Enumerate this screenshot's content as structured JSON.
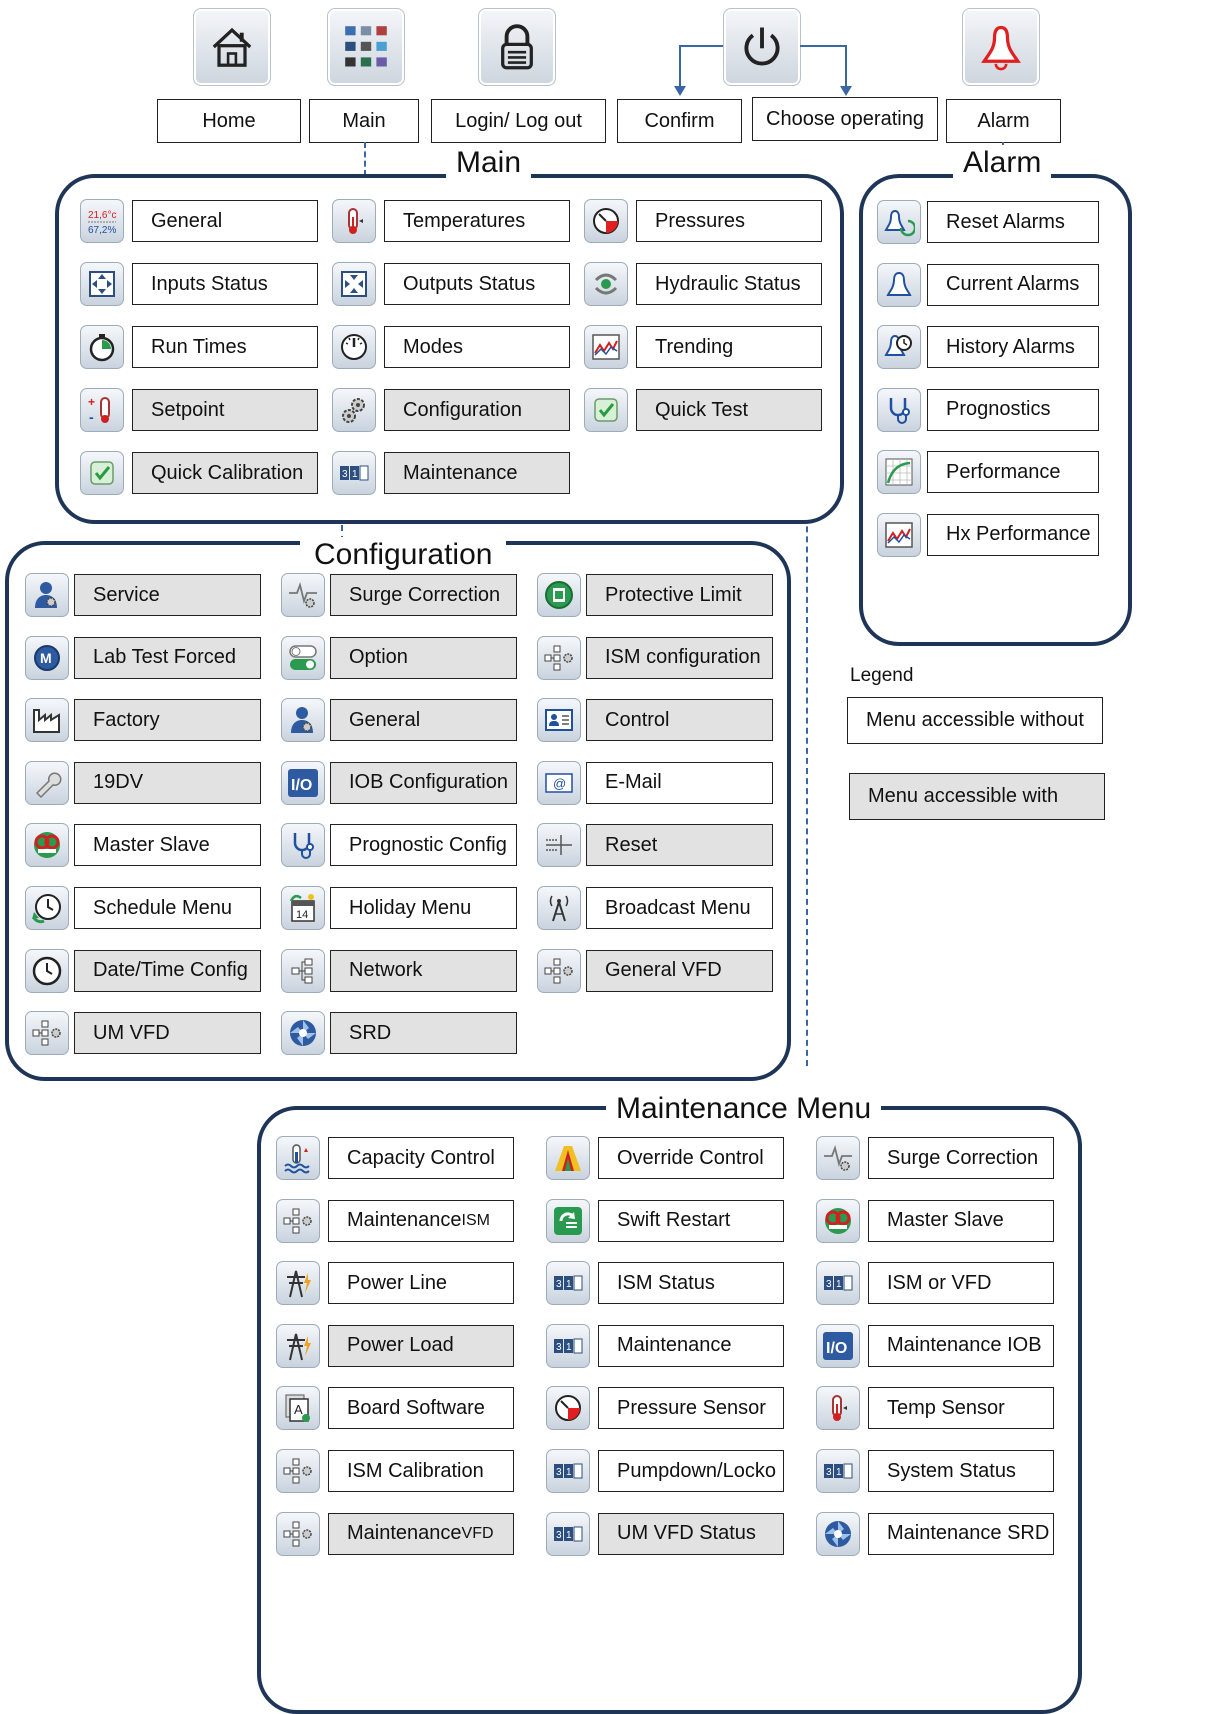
{
  "top": {
    "home": "Home",
    "main": "Main",
    "login": "Login/ Log out",
    "confirm": "Confirm",
    "choose": "Choose operating",
    "alarm": "Alarm"
  },
  "main_panel": {
    "title": "Main",
    "items": [
      {
        "label": "General",
        "gray": false,
        "icon": "temp-humidity-icon"
      },
      {
        "label": "Temperatures",
        "gray": false,
        "icon": "thermometer-icon"
      },
      {
        "label": "Pressures",
        "gray": false,
        "icon": "gauge-icon"
      },
      {
        "label": "Inputs Status",
        "gray": false,
        "icon": "inputs-icon"
      },
      {
        "label": "Outputs Status",
        "gray": false,
        "icon": "outputs-icon"
      },
      {
        "label": "Hydraulic Status",
        "gray": false,
        "icon": "hydraulic-icon"
      },
      {
        "label": "Run Times",
        "gray": false,
        "icon": "stopwatch-icon"
      },
      {
        "label": "Modes",
        "gray": false,
        "icon": "modes-icon"
      },
      {
        "label": "Trending",
        "gray": false,
        "icon": "trend-icon"
      },
      {
        "label": "Setpoint",
        "gray": true,
        "icon": "setpoint-icon"
      },
      {
        "label": "Configuration",
        "gray": true,
        "icon": "gears-icon"
      },
      {
        "label": "Quick Test",
        "gray": true,
        "icon": "check-icon"
      },
      {
        "label": "Quick Calibration",
        "gray": true,
        "icon": "check-icon"
      },
      {
        "label": "Maintenance",
        "gray": true,
        "icon": "maintenance-icon"
      }
    ],
    "general_icon_temp": "21,6°c",
    "general_icon_hum": "67,2%"
  },
  "alarm_panel": {
    "title": "Alarm",
    "items": [
      {
        "label": "Reset Alarms",
        "icon": "reset-alarm-icon"
      },
      {
        "label": "Current Alarms",
        "icon": "bell-icon"
      },
      {
        "label": "History Alarms",
        "icon": "history-alarm-icon"
      },
      {
        "label": "Prognostics",
        "icon": "stethoscope-icon"
      },
      {
        "label": "Performance",
        "icon": "performance-icon"
      },
      {
        "label": "Hx Performance",
        "icon": "trend-icon"
      }
    ]
  },
  "legend": {
    "title": "Legend",
    "without": "Menu accessible without",
    "with": "Menu accessible with"
  },
  "config_panel": {
    "title": "Configuration",
    "items": [
      {
        "label": "Service",
        "gray": true,
        "icon": "service-person-icon"
      },
      {
        "label": "Surge Correction",
        "gray": true,
        "icon": "surge-icon"
      },
      {
        "label": "Protective Limit",
        "gray": true,
        "icon": "protective-limit-icon"
      },
      {
        "label": "Lab Test Forced",
        "gray": true,
        "icon": "m-badge-icon"
      },
      {
        "label": "Option",
        "gray": true,
        "icon": "toggle-icon"
      },
      {
        "label": "ISM configuration",
        "gray": true,
        "icon": "network-gear-icon"
      },
      {
        "label": "Factory",
        "gray": true,
        "icon": "factory-icon"
      },
      {
        "label": "General",
        "gray": true,
        "icon": "service-person-icon"
      },
      {
        "label": "Control",
        "gray": true,
        "icon": "contact-card-icon"
      },
      {
        "label": "19DV",
        "gray": true,
        "icon": "wrench-icon"
      },
      {
        "label": "IOB Configuration",
        "gray": true,
        "icon": "io-icon"
      },
      {
        "label": "E-Mail",
        "gray": false,
        "icon": "email-icon"
      },
      {
        "label": "Master Slave",
        "gray": false,
        "icon": "master-slave-icon"
      },
      {
        "label": "Prognostic Config",
        "gray": false,
        "icon": "stethoscope-icon"
      },
      {
        "label": "Reset",
        "gray": true,
        "icon": "reset-icon"
      },
      {
        "label": "Schedule Menu",
        "gray": false,
        "icon": "schedule-icon"
      },
      {
        "label": "Holiday Menu",
        "gray": false,
        "icon": "calendar-icon"
      },
      {
        "label": "Broadcast Menu",
        "gray": false,
        "icon": "antenna-icon"
      },
      {
        "label": "Date/Time Config",
        "gray": true,
        "icon": "clock-icon"
      },
      {
        "label": "Network",
        "gray": true,
        "icon": "network-icon"
      },
      {
        "label": "General VFD",
        "gray": true,
        "icon": "network-gear-icon"
      },
      {
        "label": "UM VFD",
        "gray": true,
        "icon": "network-gear-icon"
      },
      {
        "label": "SRD",
        "gray": true,
        "icon": "aperture-icon"
      }
    ]
  },
  "maint_panel": {
    "title": "Maintenance Menu",
    "items": [
      {
        "label": "Capacity Control",
        "sub": "",
        "gray": false,
        "icon": "capacity-icon"
      },
      {
        "label": "Override Control",
        "sub": "",
        "gray": false,
        "icon": "override-icon"
      },
      {
        "label": "Surge Correction",
        "sub": "",
        "gray": false,
        "icon": "surge-icon"
      },
      {
        "label": "Maintenance",
        "sub": "ISM",
        "gray": false,
        "icon": "network-gear-icon"
      },
      {
        "label": "Swift Restart",
        "sub": "",
        "gray": false,
        "icon": "swift-restart-icon"
      },
      {
        "label": "Master Slave",
        "sub": "",
        "gray": false,
        "icon": "master-slave-icon"
      },
      {
        "label": "Power Line",
        "sub": "",
        "gray": false,
        "icon": "power-tower-icon"
      },
      {
        "label": "ISM Status",
        "sub": "",
        "gray": false,
        "icon": "maintenance-icon"
      },
      {
        "label": "ISM or VFD",
        "sub": "",
        "gray": false,
        "icon": "maintenance-icon"
      },
      {
        "label": "Power Load",
        "sub": "",
        "gray": true,
        "icon": "power-tower-icon"
      },
      {
        "label": "Maintenance",
        "sub": "",
        "gray": false,
        "icon": "maintenance-icon"
      },
      {
        "label": "Maintenance IOB",
        "sub": "",
        "gray": false,
        "icon": "io-icon"
      },
      {
        "label": "Board Software",
        "sub": "",
        "gray": false,
        "icon": "board-software-icon"
      },
      {
        "label": "Pressure Sensor",
        "sub": "",
        "gray": false,
        "icon": "gauge-icon"
      },
      {
        "label": "Temp Sensor",
        "sub": "",
        "gray": false,
        "icon": "thermometer-icon"
      },
      {
        "label": "ISM Calibration",
        "sub": "",
        "gray": false,
        "icon": "network-gear-icon"
      },
      {
        "label": "Pumpdown/Locko",
        "sub": "",
        "gray": false,
        "icon": "maintenance-icon"
      },
      {
        "label": "System Status",
        "sub": "",
        "gray": false,
        "icon": "maintenance-icon"
      },
      {
        "label": "Maintenance",
        "sub": "VFD",
        "gray": true,
        "icon": "network-gear-icon"
      },
      {
        "label": "UM VFD Status",
        "sub": "",
        "gray": true,
        "icon": "maintenance-icon"
      },
      {
        "label": "Maintenance SRD",
        "sub": "",
        "gray": false,
        "icon": "aperture-icon"
      }
    ]
  },
  "colors": {
    "panel_border": "#1f3557",
    "connector": "#3a66a6",
    "gray_fill": "#e2e2e2"
  }
}
